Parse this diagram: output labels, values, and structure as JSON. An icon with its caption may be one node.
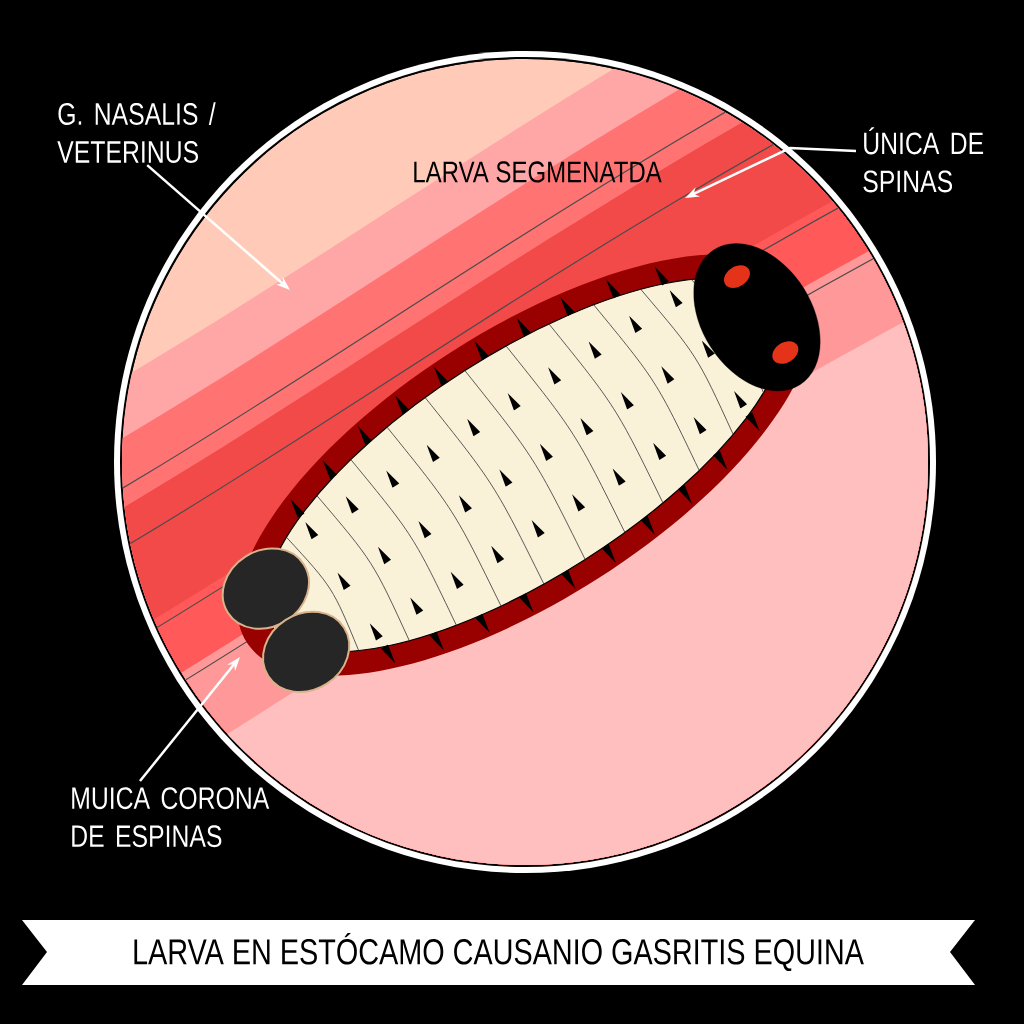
{
  "diagram": {
    "title": "LARVA EN ESTÓCAMO CAUSANIO GASRITIS EQUINA",
    "nodes": [
      {
        "text": [
          "G. NASALIS / VETERINUS"
        ]
      },
      {
        "text": [
          "ÚNICA DE SPINAS"
        ]
      },
      {
        "text": [
          "MUICA CORONA DE ESPINAS"
        ]
      }
    ],
    "edges": [
      {
        "from": 0,
        "to": null,
        "arrow": "to"
      },
      {
        "from": 1,
        "to": null,
        "arrow": "to"
      },
      {
        "from": 2,
        "to": null,
        "arrow": "to"
      }
    ],
    "labels": [
      "LARVA SEGMENATDA"
    ]
  }
}
